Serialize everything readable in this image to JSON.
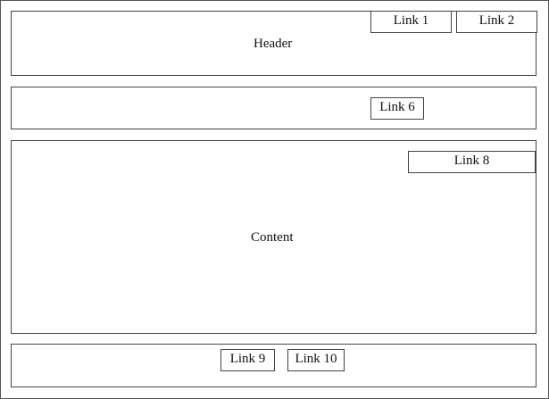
{
  "header": {
    "label": "Header",
    "links": [
      {
        "label": "Link 1"
      },
      {
        "label": "Link 2"
      }
    ]
  },
  "nav_bar": {
    "links": [
      {
        "label": "Link 6"
      }
    ]
  },
  "content": {
    "label": "Content",
    "links": [
      {
        "label": "Link 8"
      }
    ]
  },
  "footer": {
    "links": [
      {
        "label": "Link 9"
      },
      {
        "label": "Link 10"
      }
    ]
  }
}
